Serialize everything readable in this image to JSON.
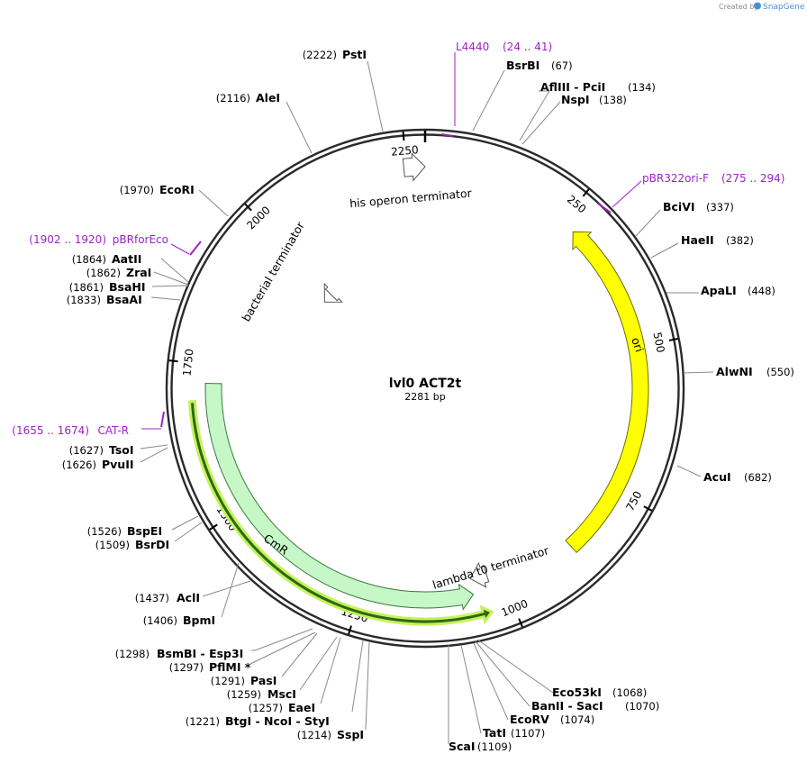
{
  "credit": {
    "prefix": "Created by",
    "brand": "SnapGene"
  },
  "plasmid": {
    "name": "lvl0 ACT2t",
    "size_label": "2281 bp",
    "length": 2281
  },
  "ticks": [
    250,
    500,
    750,
    1000,
    1250,
    1500,
    1750,
    2000,
    2250
  ],
  "features": [
    {
      "name": "ori",
      "start": 275,
      "end": 870,
      "dir": -1,
      "color": "#ffff00",
      "stroke": "#6d6d00"
    },
    {
      "name": "CmR",
      "start": 1057,
      "end": 1719,
      "dir": -1,
      "color": "#c6f7c6",
      "stroke": "#3a7a3a"
    },
    {
      "name": "his operon terminator",
      "start": 2246,
      "end": 2281,
      "dir": 1,
      "color": "#ffffff",
      "stroke": "#555555"
    },
    {
      "name": "bacterial terminator",
      "start": 1968,
      "end": 1995,
      "dir": -1,
      "color": "#ffffff",
      "stroke": "#555555"
    },
    {
      "name": "lambda t0 terminator",
      "start": 1025,
      "end": 1056,
      "dir": 1,
      "color": "#ffffff",
      "stroke": "#555555"
    }
  ],
  "orfs": [
    {
      "start": 1035,
      "end": 1690,
      "dir": -1
    }
  ],
  "enzymes": {
    "top": [
      {
        "text": "BsrBI",
        "pos_label": "(67)"
      },
      {
        "text": "AflIII - PciI",
        "pos_label": "(134)"
      },
      {
        "text": "NspI",
        "pos_label": "(138)"
      }
    ],
    "right": [
      {
        "text": "BciVI",
        "pos_label": "(337)"
      },
      {
        "text": "HaeII",
        "pos_label": "(382)"
      },
      {
        "text": "ApaLI",
        "pos_label": "(448)"
      },
      {
        "text": "AlwNI",
        "pos_label": "(550)"
      },
      {
        "text": "AcuI",
        "pos_label": "(682)"
      }
    ],
    "bottom_right": [
      {
        "text": "Eco53kI",
        "pos_label": "(1068)"
      },
      {
        "text": "BanII - SacI",
        "pos_label": "(1070)"
      },
      {
        "text": "EcoRV",
        "pos_label": "(1074)"
      },
      {
        "text": "TatI",
        "pos_label": "(1107)"
      },
      {
        "text": "ScaI",
        "pos_label": "(1109)"
      }
    ],
    "bottom_left": [
      {
        "text": "BsmBI - Esp3I",
        "pos_label": "(1298)"
      },
      {
        "text": "PflMI *",
        "pos_label": "(1297)"
      },
      {
        "text": "PasI",
        "pos_label": "(1291)"
      },
      {
        "text": "MscI",
        "pos_label": "(1259)"
      },
      {
        "text": "EaeI",
        "pos_label": "(1257)"
      },
      {
        "text": "BtgI - NcoI - StyI",
        "pos_label": "(1221)"
      },
      {
        "text": "SspI",
        "pos_label": "(1214)"
      }
    ],
    "left": [
      {
        "text": "AclI",
        "pos_label": "(1437)"
      },
      {
        "text": "BpmI",
        "pos_label": "(1406)"
      },
      {
        "text": "BspEI",
        "pos_label": "(1526)"
      },
      {
        "text": "BsrDI",
        "pos_label": "(1509)"
      },
      {
        "text": "TsoI",
        "pos_label": "(1627)"
      },
      {
        "text": "PvuII",
        "pos_label": "(1626)"
      },
      {
        "text": "AatII",
        "pos_label": "(1864)"
      },
      {
        "text": "ZraI",
        "pos_label": "(1862)"
      },
      {
        "text": "BsaHI",
        "pos_label": "(1861)"
      },
      {
        "text": "BsaAI",
        "pos_label": "(1833)"
      },
      {
        "text": "EcoRI",
        "pos_label": "(1970)"
      },
      {
        "text": "AleI",
        "pos_label": "(2116)"
      },
      {
        "text": "PstI",
        "pos_label": "(2222)"
      }
    ]
  },
  "primers": [
    {
      "text": "L4440",
      "range": "(24 .. 41)"
    },
    {
      "text": "pBR322ori-F",
      "range": "(275 .. 294)"
    },
    {
      "text": "pBRforEco",
      "range": "(1902 .. 1920)"
    },
    {
      "text": "CAT-R",
      "range": "(1655 .. 1674)"
    }
  ]
}
